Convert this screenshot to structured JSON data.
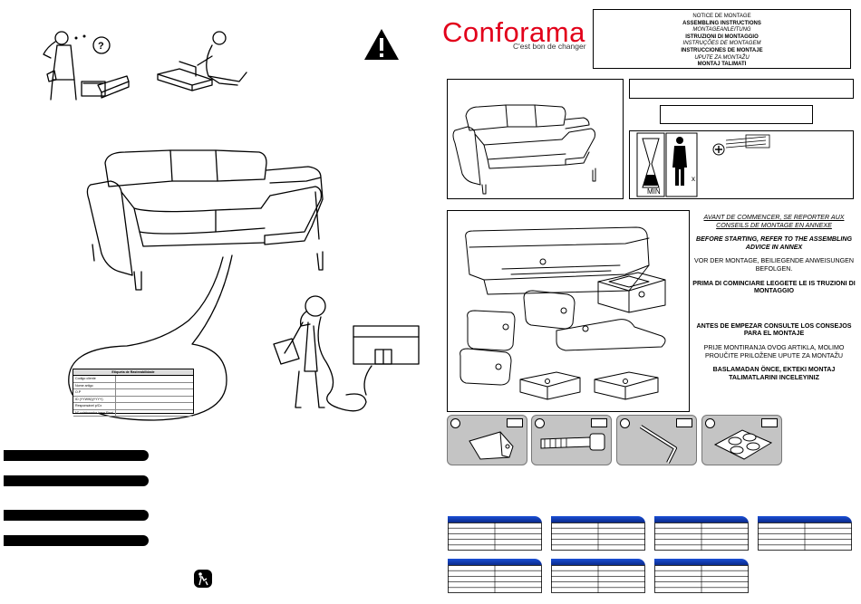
{
  "brand": {
    "name": "Conforama",
    "tagline": "C'est bon de changer",
    "color": "#e2001a"
  },
  "notice_lines": [
    "NOTICE DE MONTAGE",
    "ASSEMBLING INSTRUCTIONS",
    "MONTAGEANLEITUNG",
    "ISTRUZIONI DI MONTAGGIO",
    "INSTRUÇÕES DE MONTAGEM",
    "INSTRUCCIONES DE MONTAJE",
    "UPUTE ZA MONTAŽU",
    "MONTAJ TALIMATI"
  ],
  "label": {
    "title": "Etiqueta de Rastreabilidade",
    "rows": [
      "Codigo cliente",
      "Nome artigo",
      "O.P",
      "ID (YYWW)(YYYY)",
      "Responsável p/Cx",
      "N° colaborador /resp.Final"
    ]
  },
  "icons_right": {
    "min_label": "MIN",
    "person_count": "x"
  },
  "advice": [
    "AVANT DE COMMENCER, SE REPORTER AUX CONSEILS DE MONTAGE  EN ANNEXE",
    "BEFORE STARTING, REFER TO THE ASSEMBLING ADVICE IN ANNEX",
    "VOR DER MONTAGE, BEILIEGENDE ANWEISUNGEN BEFOLGEN.",
    "PRIMA DI COMINCIARE LEGGETE LE IS TRUZIONI DI MONTAGGIO",
    "ANTES DE EMPEZAR CONSULTE LOS CONSEJOS PARA EL MONTAJE",
    "PRIJE MONTIRANJA OVOG ARTIKLA, MOLIMO PROUČITE PRILOŽENE UPUTE ZA MONTAŽU",
    "BASLAMADAN ÖNCE, EKTEKI MONTAJ TALIMATLARINI INCELEYINIZ"
  ],
  "hardware": [
    {
      "name": "wooden-foot"
    },
    {
      "name": "bolt"
    },
    {
      "name": "allen-key"
    },
    {
      "name": "felt-pads"
    }
  ]
}
